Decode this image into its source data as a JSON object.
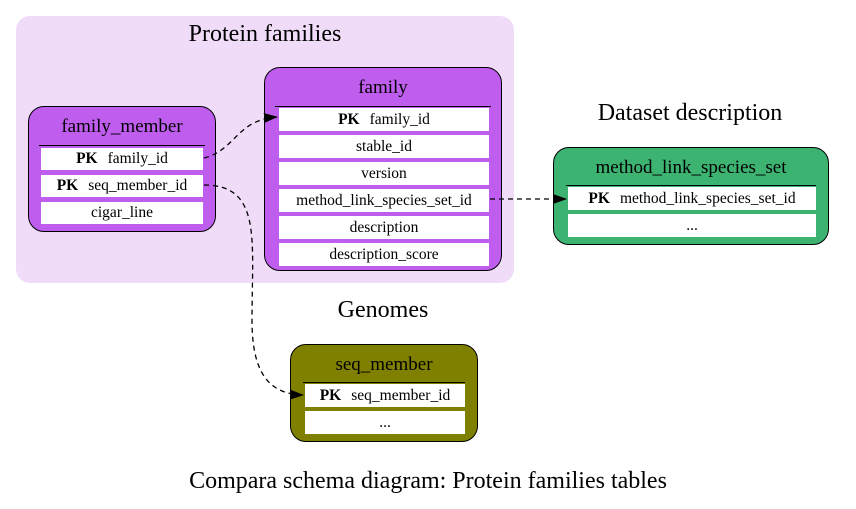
{
  "clusters": {
    "protein_families": "Protein families",
    "dataset_description": "Dataset description",
    "genomes": "Genomes"
  },
  "tables": {
    "family_member": {
      "name": "family_member",
      "rows": [
        {
          "pk": "PK",
          "field": "family_id"
        },
        {
          "pk": "PK",
          "field": "seq_member_id"
        },
        {
          "pk": "",
          "field": "cigar_line"
        }
      ]
    },
    "family": {
      "name": "family",
      "rows": [
        {
          "pk": "PK",
          "field": "family_id"
        },
        {
          "pk": "",
          "field": "stable_id"
        },
        {
          "pk": "",
          "field": "version"
        },
        {
          "pk": "",
          "field": "method_link_species_set_id"
        },
        {
          "pk": "",
          "field": "description"
        },
        {
          "pk": "",
          "field": "description_score"
        }
      ]
    },
    "method_link_species_set": {
      "name": "method_link_species_set",
      "rows": [
        {
          "pk": "PK",
          "field": "method_link_species_set_id"
        },
        {
          "pk": "",
          "field": "..."
        }
      ]
    },
    "seq_member": {
      "name": "seq_member",
      "rows": [
        {
          "pk": "PK",
          "field": "seq_member_id"
        },
        {
          "pk": "",
          "field": "..."
        }
      ]
    }
  },
  "caption": "Compara schema diagram: Protein families tables",
  "colors": {
    "protein_cluster_bg": "#f0dcf9",
    "family_table_fill": "#bf5eee",
    "row_border_purple": "#bf5eee",
    "dataset_table_fill": "#3cb371",
    "row_border_green": "#3cb371",
    "genome_table_fill": "#808000",
    "row_border_olive": "#808000",
    "edge": "#000000"
  }
}
